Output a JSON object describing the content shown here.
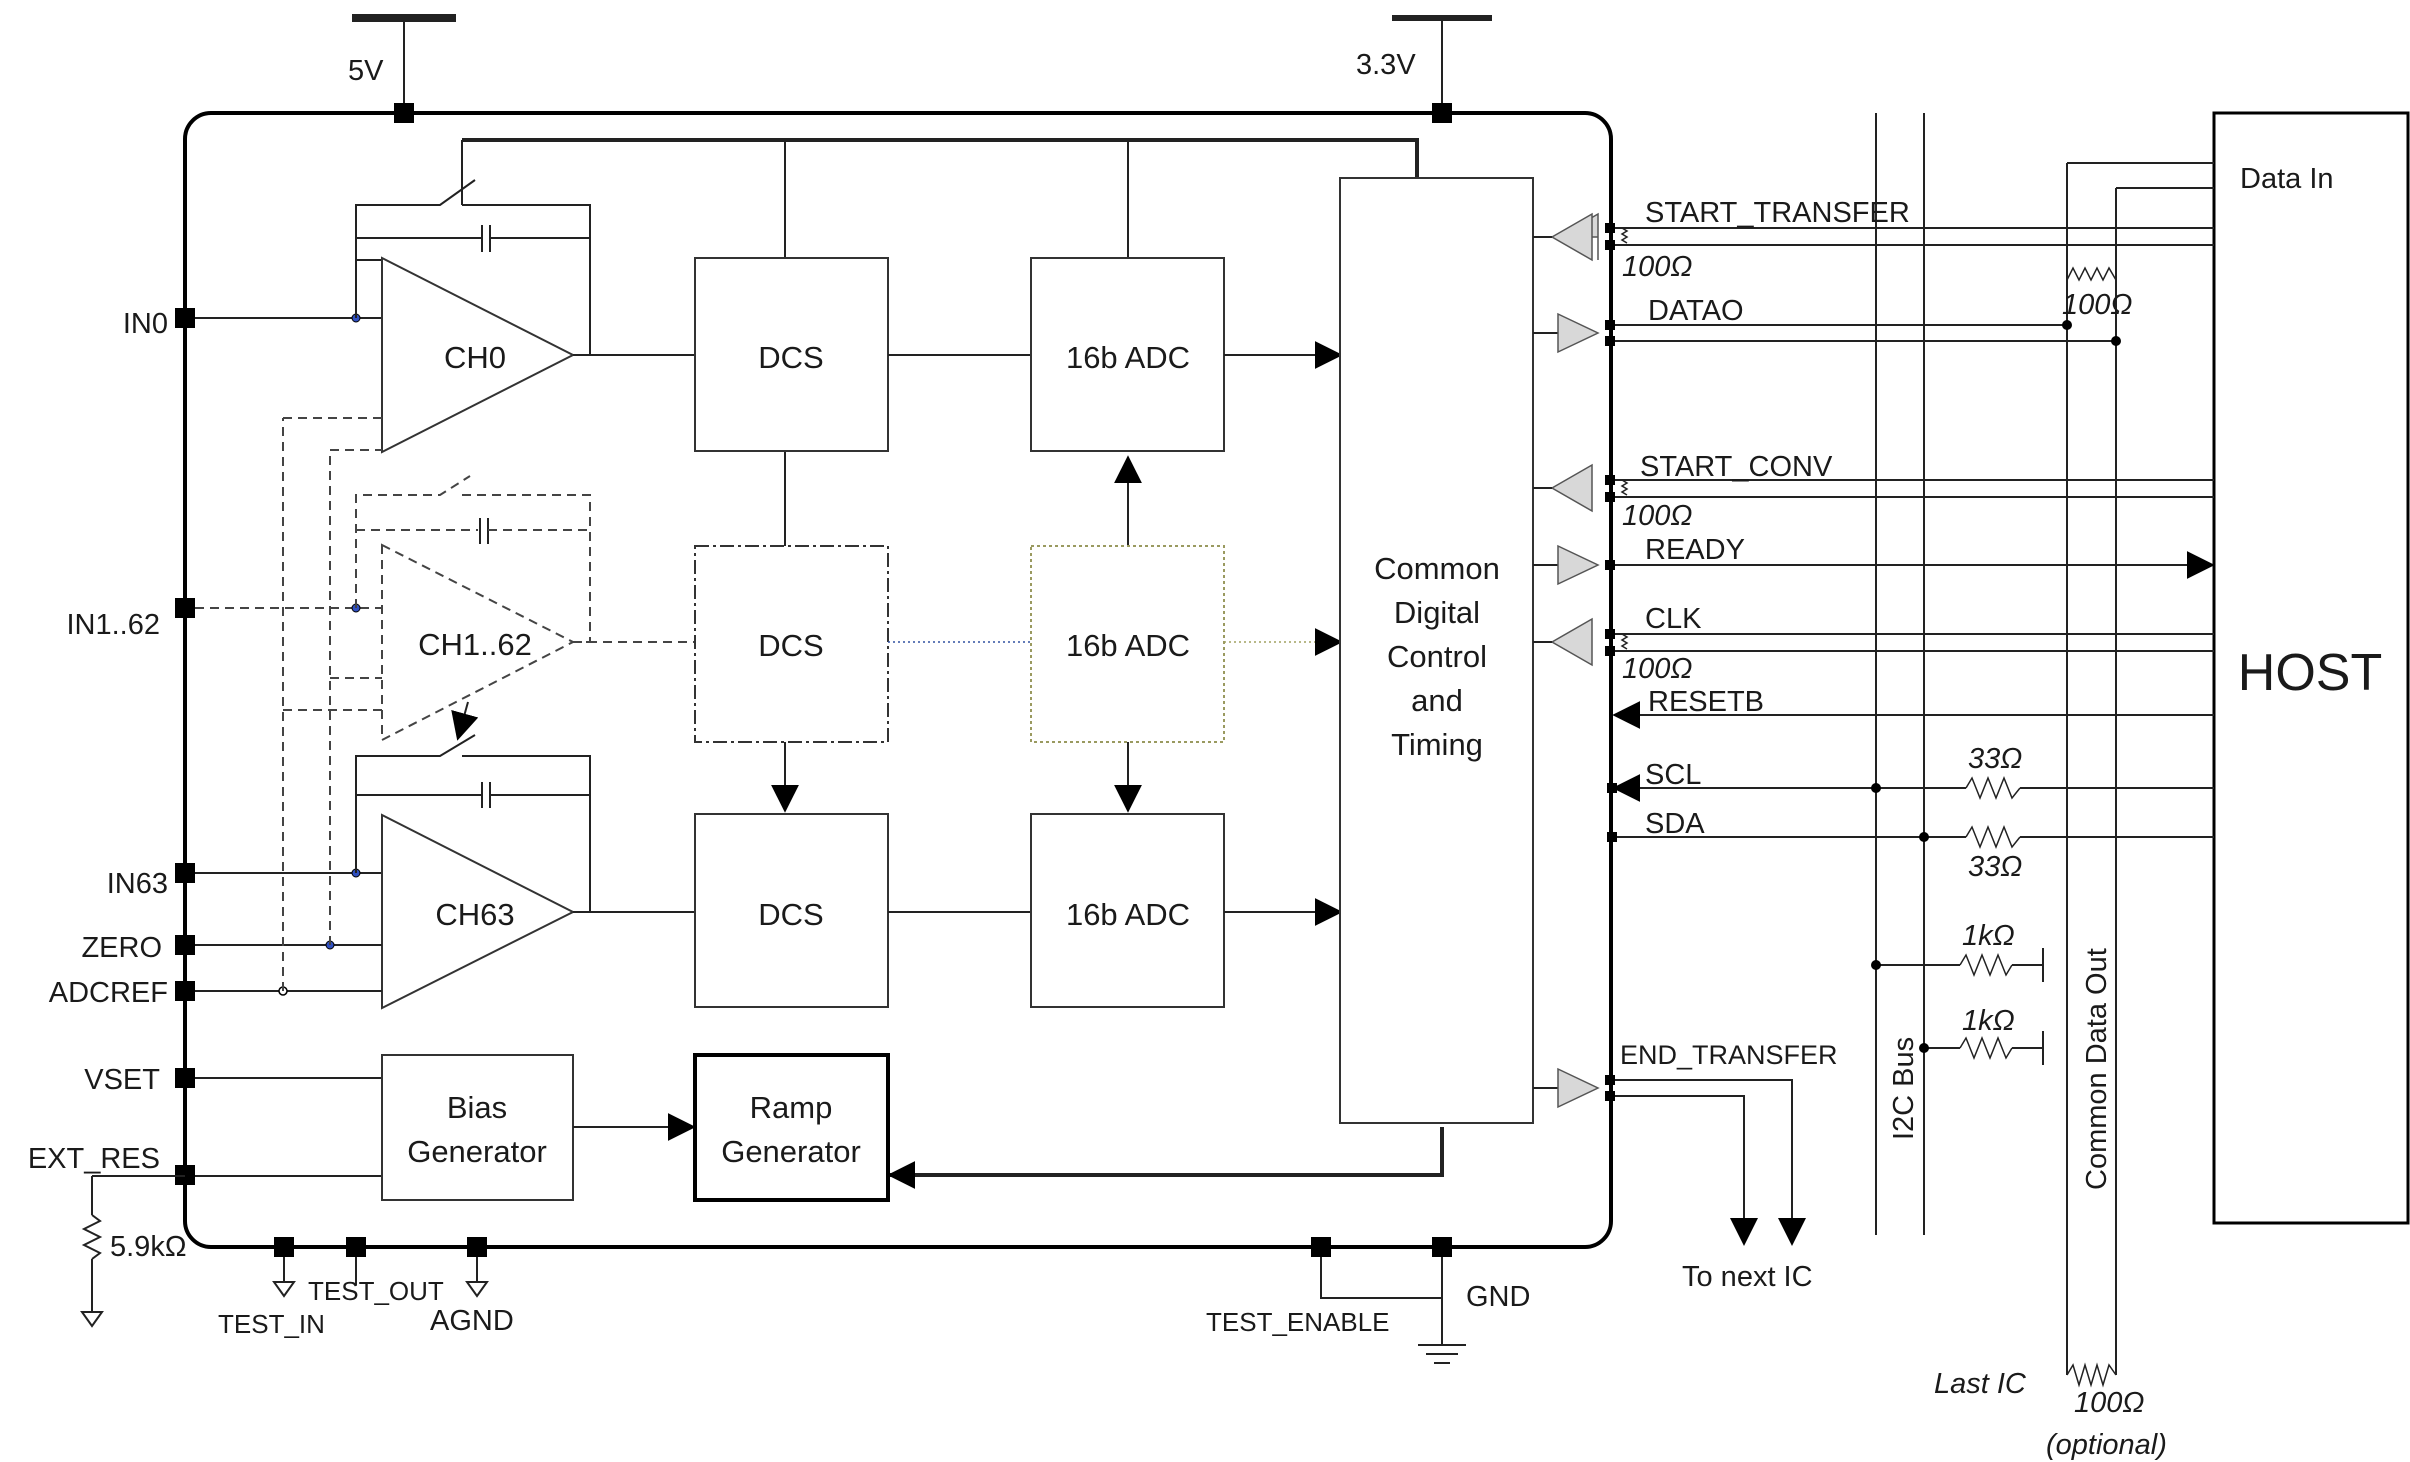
{
  "supplies": {
    "v5": "5V",
    "v33": "3.3V"
  },
  "pins_left": {
    "in0": "IN0",
    "in1_62": "IN1..62",
    "in63": "IN63",
    "zero": "ZERO",
    "adcref": "ADCREF",
    "vset": "VSET",
    "ext_res": "EXT_RES",
    "ext_res_value": "5.9kΩ"
  },
  "pins_bottom": {
    "test_in": "TEST_IN",
    "test_out": "TEST_OUT",
    "agnd": "AGND",
    "test_enable": "TEST_ENABLE",
    "gnd": "GND"
  },
  "channels": {
    "ch0": "CH0",
    "ch1_62": "CH1..62",
    "ch63": "CH63"
  },
  "blocks": {
    "dcs": "DCS",
    "adc": "16b ADC",
    "bias": [
      "Bias",
      "Generator"
    ],
    "ramp": [
      "Ramp",
      "Generator"
    ],
    "control": [
      "Common",
      "Digital",
      "Control",
      "and",
      "Timing"
    ],
    "host": "HOST"
  },
  "signals": {
    "start_transfer": "START_TRANSFER",
    "datao": "DATAO",
    "start_conv": "START_CONV",
    "ready": "READY",
    "clk": "CLK",
    "resetb": "RESETB",
    "scl": "SCL",
    "sda": "SDA",
    "end_transfer": "END_TRANSFER",
    "data_in": "Data In"
  },
  "resistors": {
    "r100": "100Ω",
    "r33": "33Ω",
    "r1k": "1kΩ",
    "optional": "(optional)"
  },
  "annotations": {
    "to_next_ic": "To next IC",
    "i2c_bus": "I2C Bus",
    "common_data_out": "Common Data Out",
    "last_ic": "Last IC"
  }
}
